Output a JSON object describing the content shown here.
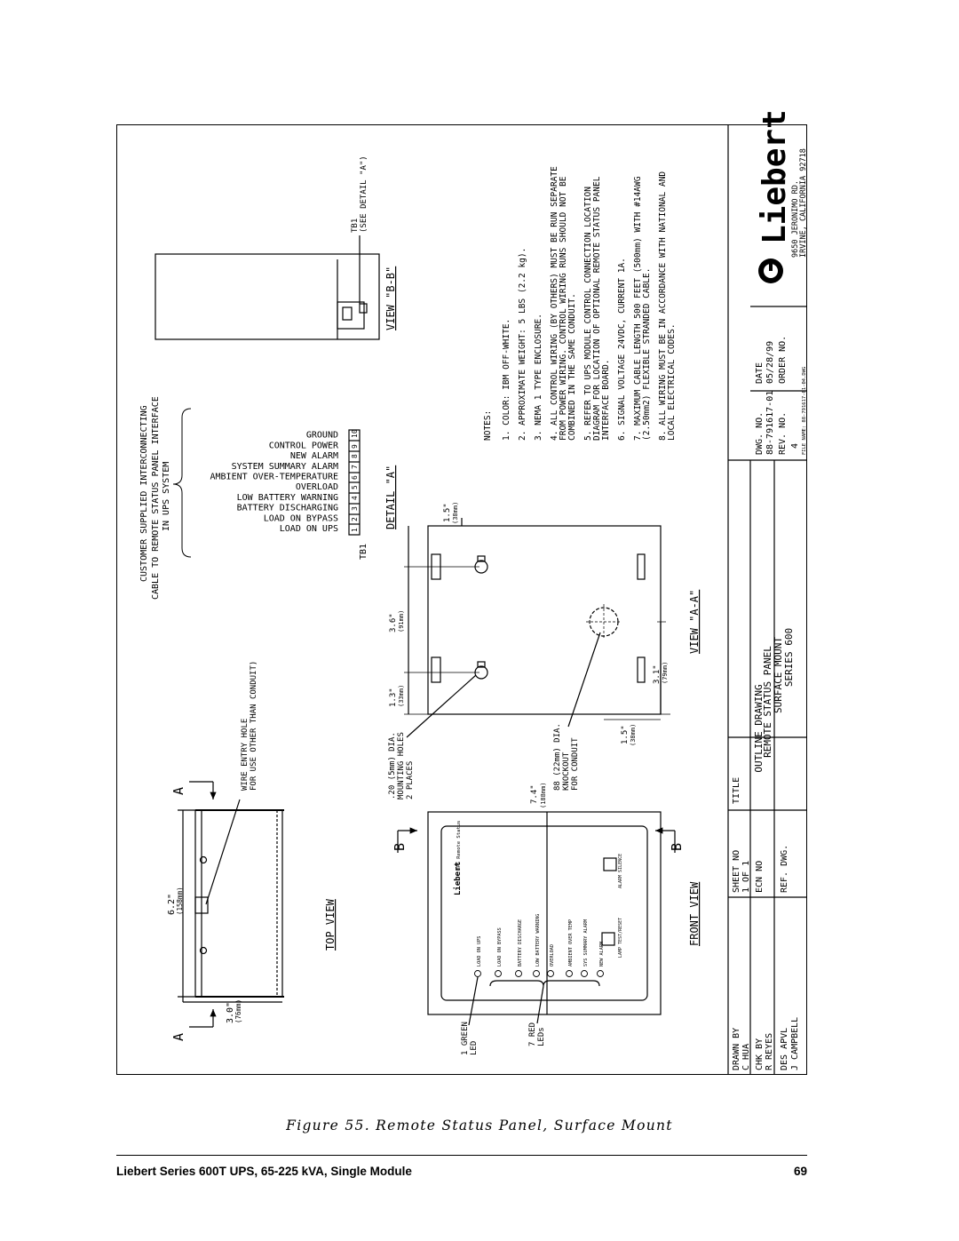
{
  "figure": {
    "caption": "Figure 55. Remote Status Panel, Surface Mount"
  },
  "footer": {
    "title": "Liebert Series 600T UPS, 65-225 kVA, Single Module",
    "page_number": "69"
  },
  "drawing": {
    "top_view": {
      "title": "TOP VIEW",
      "depth": "3.0\"",
      "depth_mm": "(76mm)",
      "width": "6.2\"",
      "width_mm": "(158mm)",
      "section_mark": "A",
      "wire_entry_line1": "WIRE ENTRY HOLE",
      "wire_entry_line2": "FOR USE OTHER THAN CONDUIT)"
    },
    "front_view": {
      "title": "FRONT VIEW",
      "section_mark": "B",
      "dim_height": "7.4\"",
      "dim_height_mm": "(188mm)",
      "panel_title": "UPS Remote Status",
      "brand": "Liebert",
      "led_labels": [
        "LOAD ON UPS",
        "LOAD ON BYPASS",
        "BATTERY DISCHARGE",
        "LOW BATTERY WARNING",
        "OVERLOAD",
        "AMBIENT OVER TEMP",
        "SYS SUMMARY ALARM",
        "NEW ALARM"
      ],
      "lamp_test": "LAMP TEST/RESET",
      "alarm_silence": "ALARM SILENCE",
      "green_led_line1": "1 GREEN",
      "green_led_line2": "LED",
      "red_led_line1": "7 RED",
      "red_led_line2": "LEDs"
    },
    "view_aa": {
      "title": "VIEW \"A-A\"",
      "mount_holes_line1": ".20 (5mm) DIA.",
      "mount_holes_line2": "MOUNTING HOLES",
      "mount_holes_line3": "2 PLACES",
      "knockout_line1": "88 (22mm) DIA.",
      "knockout_line2": "KNOCKOUT",
      "knockout_line3": "FOR CONDUIT",
      "dim_13": "1.3\"",
      "dim_13_mm": "(33mm)",
      "dim_36": "3.6\"",
      "dim_36_mm": "(91mm)",
      "dim_15_top": "1.5\"",
      "dim_15_top_mm": "(38mm)",
      "dim_31": "3.1\"",
      "dim_31_mm": "(79mm)",
      "dim_15_bot": "1.5\"",
      "dim_15_bot_mm": "(38mm)"
    },
    "detail_a": {
      "title": "DETAIL \"A\"",
      "tb_label": "TB1",
      "cable_note_line1": "CUSTOMER SUPPLIED INTERCONNECTING",
      "cable_note_line2": "CABLE TO REMOTE STATUS PANEL INTERFACE",
      "cable_note_line3": "IN UPS SYSTEM",
      "terminals": [
        {
          "num": "1",
          "label": "LOAD ON UPS"
        },
        {
          "num": "2",
          "label": "LOAD ON BYPASS"
        },
        {
          "num": "3",
          "label": "BATTERY DISCHARGING"
        },
        {
          "num": "4",
          "label": "LOW BATTERY WARNING"
        },
        {
          "num": "5",
          "label": "OVERLOAD"
        },
        {
          "num": "6",
          "label": "AMBIENT OVER-TEMPERATURE"
        },
        {
          "num": "7",
          "label": "SYSTEM SUMMARY ALARM"
        },
        {
          "num": "8",
          "label": "NEW ALARM"
        },
        {
          "num": "9",
          "label": "CONTROL POWER"
        },
        {
          "num": "10",
          "label": "GROUND"
        }
      ]
    },
    "view_bb": {
      "title": "VIEW \"B-B\"",
      "tb_line1": "TB1",
      "tb_line2": "(SEE DETAIL \"A\")"
    },
    "notes": {
      "heading": "NOTES:",
      "lines": [
        "1. COLOR: IBM OFF-WHITE.",
        "2. APPROXIMATE WEIGHT: 5 LBS (2.2 kg).",
        "3. NEMA 1 TYPE ENCLOSURE.",
        "4. ALL CONTROL WIRING (BY OTHERS) MUST BE RUN SEPARATE",
        "FROM POWER WIRING. CONTROL WIRING RUNS SHOULD NOT BE",
        "COMBINED IN THE SAME CONDUIT.",
        "5. REFER TO UPS MODULE CONTROL CONNECTION LOCATION",
        "DIAGRAM FOR LOCATION OF OPTIONAL REMOTE STATUS PANEL",
        "INTERFACE BOARD.",
        "6. SIGNAL VOLTAGE 24VDC, CURRENT 1A.",
        "7. MAXIMUM CABLE LENGTH 500 FEET (500mm) WITH #14AWG",
        "(2.50mm2) FLEXIBLE STRANDED CABLE.",
        "8. ALL WIRING MUST BE IN ACCORDANCE WITH NATIONAL AND",
        "LOCAL ELECTRICAL CODES."
      ]
    },
    "title_block": {
      "drawn_by_label": "DRAWN BY",
      "drawn_by": "C HUA",
      "chk_by_label": "CHK BY",
      "chk_by": "R REYES",
      "des_apvl_label": "DES APVL",
      "des_apvl": "J CAMPBELL",
      "sheet_label": "SHEET NO",
      "sheet": "1 OF 1",
      "ecn_label": "ECN NO",
      "ref_dwg_label": "REF. DWG.",
      "title_label": "TITLE",
      "title_line1": "OUTLINE DRAWING",
      "title_line2": "REMOTE STATUS PANEL",
      "title_line3": "SURFACE MOUNT",
      "title_line4": "SERIES 600",
      "dwg_no_label": "DWG. NO.",
      "dwg_no": "88-791617-01",
      "date_label": "DATE",
      "date": "05/28/99",
      "rev_label": "REV. NO.",
      "rev": "4",
      "order_label": "ORDER NO.",
      "file_name": "FILE NAME: 88-791617-01-04.DWG",
      "company": "Liebert",
      "address_line1": "9650 JERONIMO RD.",
      "address_line2": "IRVINE, CALIFORNIA 92718"
    }
  }
}
